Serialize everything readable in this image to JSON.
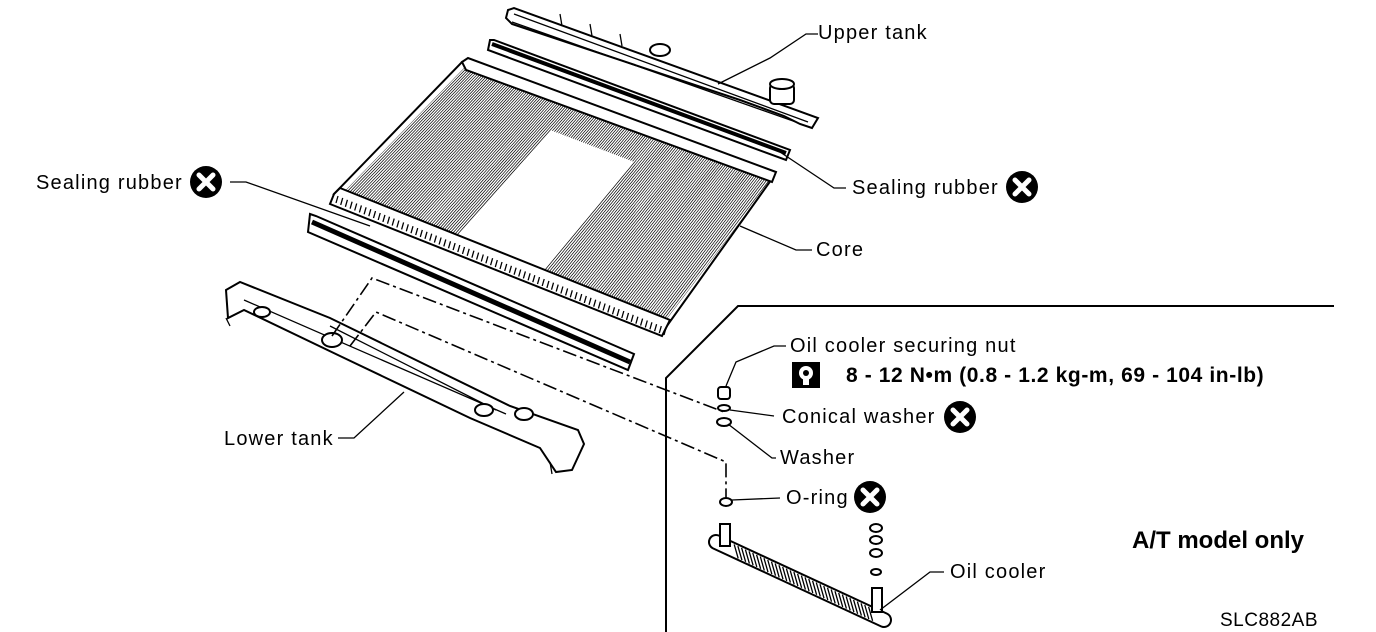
{
  "labels": {
    "upper_tank": "Upper tank",
    "sealing_rubber_left": "Sealing rubber",
    "sealing_rubber_right": "Sealing rubber",
    "core": "Core",
    "lower_tank": "Lower tank",
    "oil_cooler_securing_nut": "Oil cooler securing nut",
    "torque_spec": "8 - 12 N•m (0.8 - 1.2 kg-m, 69 - 104 in-lb)",
    "conical_washer": "Conical washer",
    "washer": "Washer",
    "o_ring": "O-ring",
    "oil_cooler": "Oil cooler",
    "at_model_only": "A/T model only",
    "figure_code": "SLC882AB"
  },
  "icons": {
    "do_not_reuse": "replace-x-icon",
    "torque": "torque-wrench-icon"
  }
}
